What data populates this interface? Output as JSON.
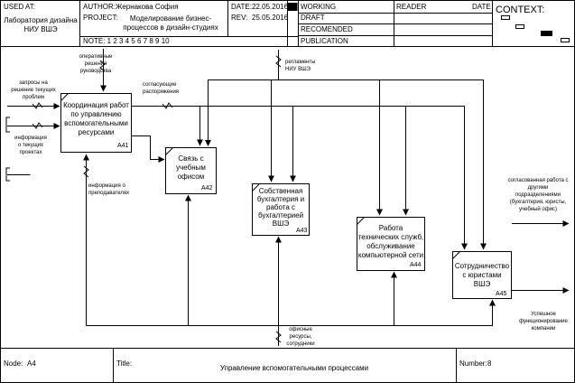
{
  "header": {
    "used_at_label": "USED AT:",
    "org_line1": "Лаборатория дизайна",
    "org_line2": "НИУ ВШЭ",
    "author_label": "AUTHOR:",
    "author_value": "Жернакова София",
    "date_label": "DATE:",
    "date_value": "22.05.2016",
    "project_label": "PROJECT:",
    "project_line1": "Моделирование бизнес-",
    "project_line2": "процессов в дизайн-студиях",
    "rev_label": "REV:",
    "rev_value": "25.05.2016",
    "notes": "NOTE:  1  2  3  4  5  6  7  8  9  10",
    "status_working": "WORKING",
    "status_draft": "DRAFT",
    "status_recommended": "RECOMENDED",
    "status_publication": "PUBLICATION",
    "reader_label": "READER",
    "reader_date_label": "DATE",
    "context_label": "CONTEXT:"
  },
  "boxes": {
    "a41": {
      "line1": "Координация работ",
      "line2": "по управлению",
      "line3": "вспомогательными",
      "line4": "ресурсами",
      "num": "A41"
    },
    "a42": {
      "line1": "Связь с",
      "line2": "учебным",
      "line3": "офисом",
      "num": "A42"
    },
    "a43": {
      "line1": "Собственная",
      "line2": "бухгалтерия и",
      "line3": "работа с",
      "line4": "бухгалтерией",
      "line5": "ВШЭ",
      "num": "A43"
    },
    "a44": {
      "line1": "Работа",
      "line2": "технических служб,",
      "line3": "обслуживание",
      "line4": "компьютерной сети",
      "num": "A44"
    },
    "a45": {
      "line1": "Сотрудничество",
      "line2": "с юристами",
      "line3": "ВШЭ",
      "num": "A45"
    }
  },
  "labels": {
    "requests_l1": "запросы на",
    "requests_l2": "решение текущих",
    "requests_l3": "проблем",
    "projinfo_l1": "информация",
    "projinfo_l2": "о текущих",
    "projinfo_l3": "проектах",
    "decisions_l1": "оперативные",
    "decisions_l2": "решения",
    "decisions_l3": "руководства",
    "orders_l1": "согласующие",
    "orders_l2": "распоряжения",
    "regs_l1": "регламенты",
    "regs_l2": "НИУ ВШЭ",
    "teachinfo_l1": "информация о",
    "teachinfo_l2": "преподавателях",
    "coord_l1": "согласованная работа с",
    "coord_l2": "другими",
    "coord_l3": "подразделениями",
    "coord_l4": "(бухгалтерия, юристы,",
    "coord_l5": "учебный офис)",
    "success_l1": "Успешное",
    "success_l2": "функционирование",
    "success_l3": "компании",
    "resources_l1": "офисные",
    "resources_l2": "ресурсы,",
    "resources_l3": "сотрудники"
  },
  "footer": {
    "node_label": "Node:",
    "node_value": "A4",
    "title_label": "Title:",
    "title_value": "Управление вспомогательными процессами",
    "number_label": "Number:",
    "number_value": "8"
  }
}
